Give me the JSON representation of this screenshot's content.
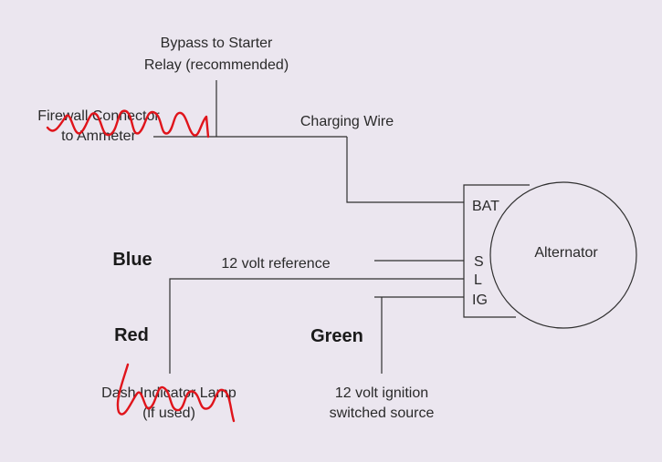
{
  "labels": {
    "bypass_line1": "Bypass to Starter",
    "bypass_line2": "Relay (recommended)",
    "firewall_line1": "Firewall Connector",
    "firewall_line2": "to Ammeter",
    "charging_wire": "Charging Wire",
    "bat": "BAT",
    "alternator": "Alternator",
    "s": "S",
    "l": "L",
    "ig": "IG",
    "blue": "Blue",
    "twelve_volt_reference": "12 volt reference",
    "red": "Red",
    "green": "Green",
    "dash_line1": "Dash Indicator Lamp",
    "dash_line2": "(if used)",
    "ignition_line1": "12 volt ignition",
    "ignition_line2": "switched source"
  },
  "colors": {
    "background": "#ebe6ef",
    "wire": "#2f2f2f",
    "scribble": "#e0141b"
  }
}
